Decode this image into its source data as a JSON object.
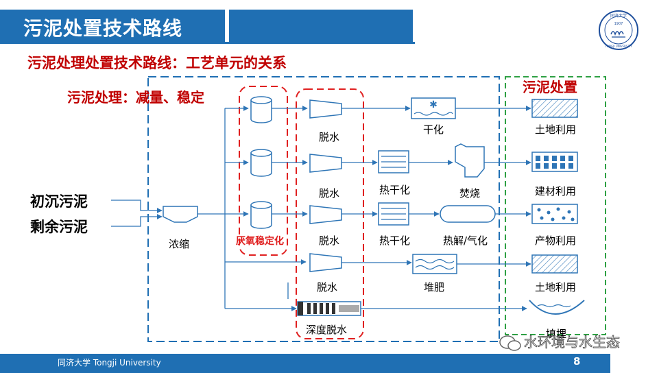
{
  "header": {
    "title": "污泥处置技术路线",
    "subtitle": "污泥处理处置技术路线：工艺单元的关系",
    "logo_text": "同济大学",
    "logo_year": "1907",
    "logo_en": "TONGJI UNIVERSITY"
  },
  "diagram": {
    "treatment_label": "污泥处理：减量、稳定",
    "disposal_label": "污泥处置",
    "inputs": [
      "初沉污泥",
      "剩余污泥"
    ],
    "thicken": "浓缩",
    "anaerobic": "厌氧稳定化",
    "dewater": [
      "脱水",
      "脱水",
      "脱水",
      "脱水"
    ],
    "deep_dewater": "深度脱水",
    "heat_dry": [
      "热干化",
      "热干化"
    ],
    "drying": "干化",
    "incineration": "焚烧",
    "pyrolysis": "热解/气化",
    "compost": "堆肥",
    "disposal": [
      "土地利用",
      "建材利用",
      "产物利用",
      "土地利用",
      "填埋"
    ]
  },
  "footer": {
    "university": "同济大学 Tongji University",
    "page": "8",
    "watermark": "水环境与水生态"
  },
  "colors": {
    "brand_blue": "#1f6fb3",
    "title_red": "#c00000",
    "flow_blue": "#2e75b6",
    "frame_green": "#2ea043"
  }
}
